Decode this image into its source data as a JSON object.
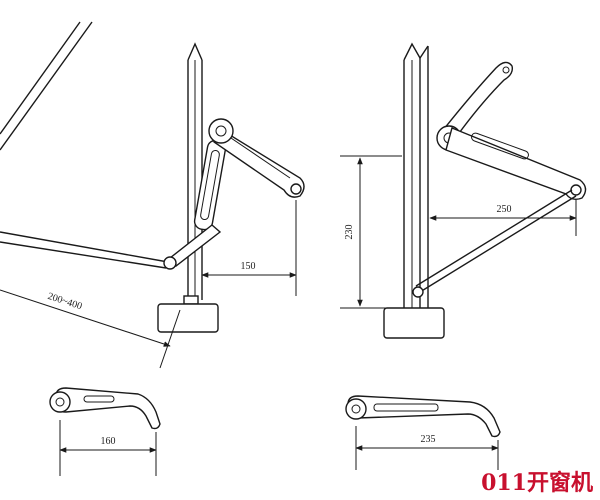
{
  "diagram": {
    "dimensions": {
      "left_height_gap": "150",
      "left_opening": "200~400",
      "right_height": "230",
      "right_reach": "250",
      "bottom_left_length": "160",
      "bottom_right_length": "235"
    },
    "watermark": "011开窗机"
  }
}
